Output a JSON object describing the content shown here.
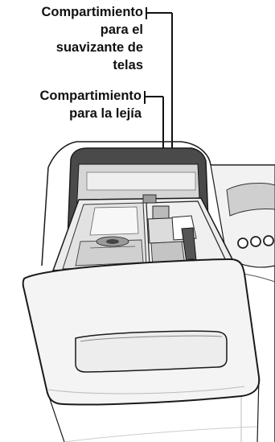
{
  "labels": {
    "softener": [
      "Compartimiento",
      "para el",
      "suavizante de",
      "telas"
    ],
    "bleach": [
      "Compartimiento",
      "para la lejía"
    ]
  },
  "icons": [
    "washer-illustration",
    "dispenser-drawer",
    "control-knob"
  ],
  "colors": {
    "line": "#1a1a1a",
    "metal": "#c8c8c8",
    "shadow": "#555555"
  }
}
